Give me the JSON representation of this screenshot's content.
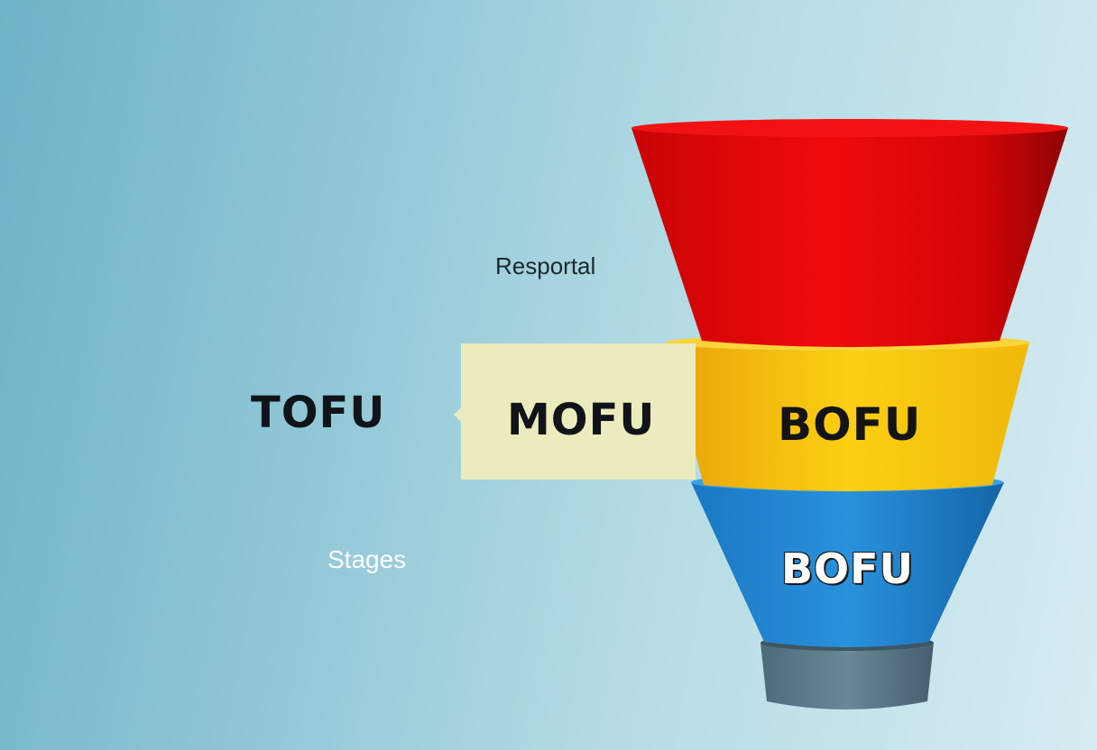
{
  "labels": {
    "resportal": "Resportal",
    "tofu": "TOFU",
    "mofu": "MOFU",
    "bofu_yellow": "BOFU",
    "bofu_blue": "BOFU",
    "stages": "Stages"
  },
  "colors": {
    "red_layer": "#e8080a",
    "yellow_layer": "#f5c60f",
    "blue_layer": "#2386d3",
    "base": "#5e7c8c",
    "mofu_box": "#ecebbd"
  }
}
